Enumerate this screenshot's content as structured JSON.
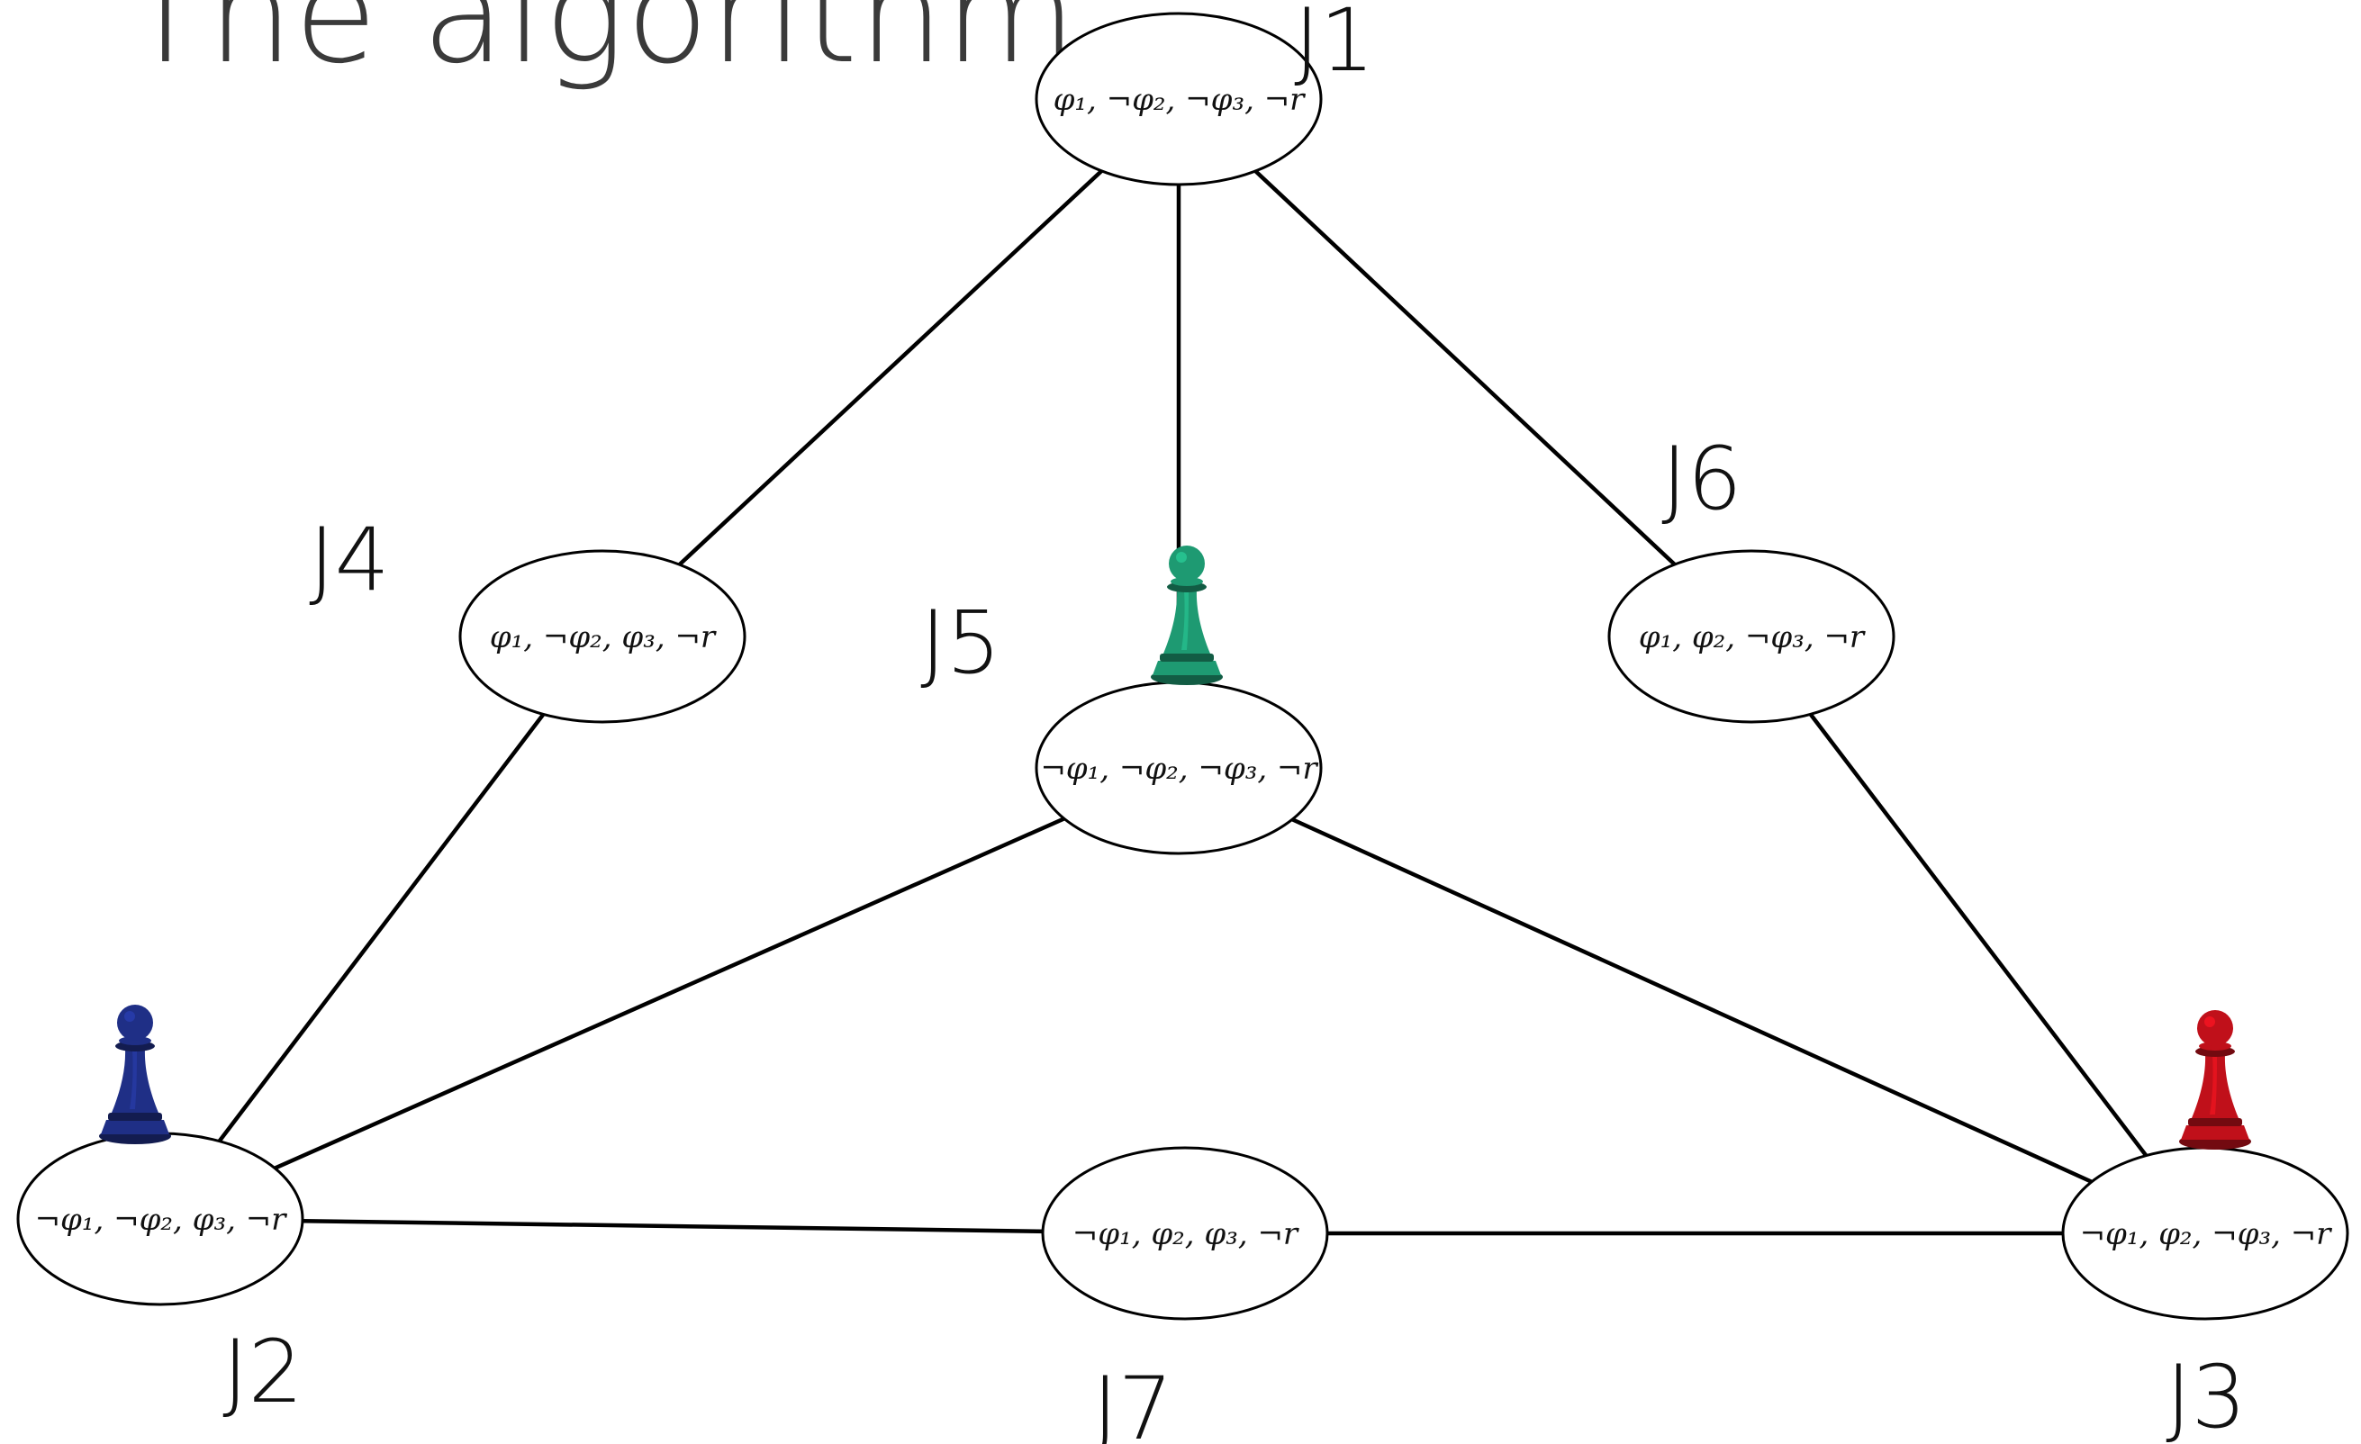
{
  "title": "The algorithm",
  "nodes": [
    {
      "id": "J1",
      "label": "J1",
      "formula": "φ₁, ¬φ₂, ¬φ₃, ¬r"
    },
    {
      "id": "J2",
      "label": "J2",
      "formula": "¬φ₁, ¬φ₂, φ₃, ¬r"
    },
    {
      "id": "J3",
      "label": "J3",
      "formula": "¬φ₁, φ₂, ¬φ₃, ¬r"
    },
    {
      "id": "J4",
      "label": "J4",
      "formula": "φ₁, ¬φ₂, φ₃, ¬r"
    },
    {
      "id": "J5",
      "label": "J5",
      "formula": "¬φ₁, ¬φ₂, ¬φ₃, ¬r"
    },
    {
      "id": "J6",
      "label": "J6",
      "formula": "φ₁, φ₂, ¬φ₃, ¬r"
    },
    {
      "id": "J7",
      "label": "J7",
      "formula": "¬φ₁, φ₂, φ₃, ¬r"
    }
  ],
  "edges": [
    [
      "J1",
      "J4"
    ],
    [
      "J1",
      "J5"
    ],
    [
      "J1",
      "J6"
    ],
    [
      "J4",
      "J2"
    ],
    [
      "J6",
      "J3"
    ],
    [
      "J5",
      "J2"
    ],
    [
      "J5",
      "J3"
    ],
    [
      "J2",
      "J7"
    ],
    [
      "J7",
      "J3"
    ]
  ],
  "pawns": [
    {
      "node": "J2",
      "color": "#1f2f86",
      "name": "blue-pawn-icon"
    },
    {
      "node": "J5",
      "color": "#1e9a72",
      "name": "green-pawn-icon"
    },
    {
      "node": "J3",
      "color": "#c0101a",
      "name": "red-pawn-icon"
    }
  ]
}
